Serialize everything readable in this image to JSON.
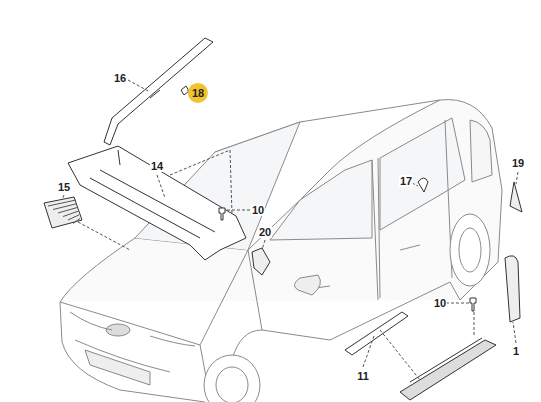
{
  "diagram": {
    "nodes": [
      {
        "text": [
          "18"
        ]
      }
    ],
    "labels": [
      "16",
      "15",
      "14",
      "10",
      "20",
      "17",
      "19",
      "10",
      "1",
      "11"
    ]
  }
}
